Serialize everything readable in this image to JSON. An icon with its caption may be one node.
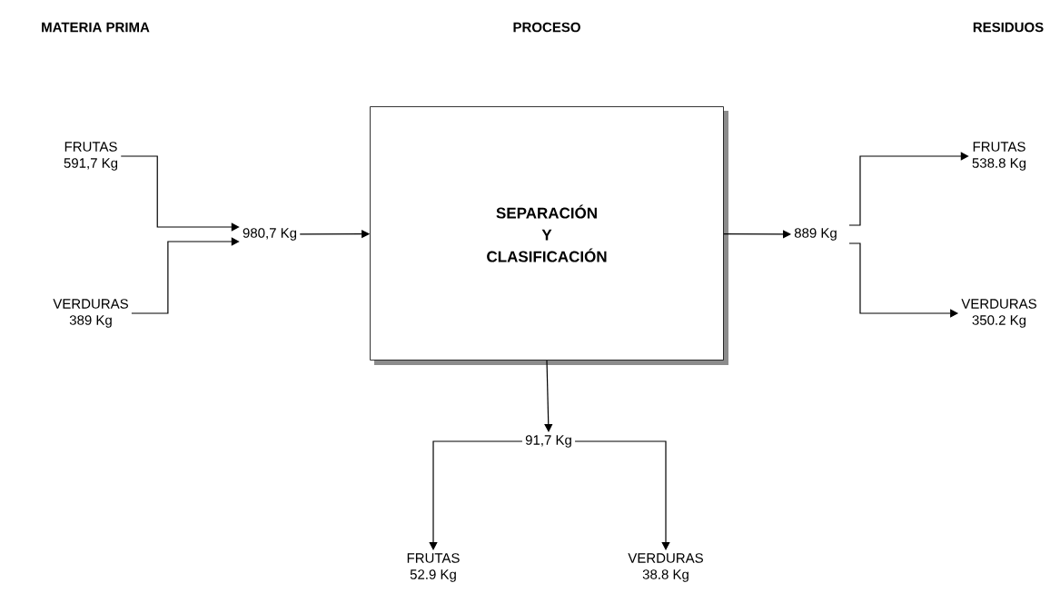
{
  "diagram": {
    "nodes": [
      {
        "text": [
          "FRUTAS",
          "591,7 Kg"
        ]
      },
      {
        "text": [
          "VERDURAS",
          "389 Kg"
        ]
      },
      {
        "text": [
          "980,7 Kg"
        ]
      },
      {
        "text": [
          "SEPARACIÓN",
          "Y",
          "CLASIFICACIÓN"
        ]
      },
      {
        "text": [
          "889 Kg"
        ]
      },
      {
        "text": [
          "FRUTAS",
          "538.8 Kg"
        ]
      },
      {
        "text": [
          "VERDURAS",
          "350.2 Kg"
        ]
      },
      {
        "text": [
          "91,7 Kg"
        ]
      },
      {
        "text": [
          "FRUTAS",
          "52.9 Kg"
        ]
      },
      {
        "text": [
          "VERDURAS",
          "38.8 Kg"
        ]
      }
    ],
    "edges": [
      {
        "from": 0,
        "to": 2,
        "arrow": "to"
      },
      {
        "from": 1,
        "to": 2,
        "arrow": "to"
      },
      {
        "from": 2,
        "to": 3,
        "arrow": "to"
      },
      {
        "from": 3,
        "to": 4,
        "arrow": "to"
      },
      {
        "from": 4,
        "to": 5,
        "arrow": "to"
      },
      {
        "from": 4,
        "to": 6,
        "arrow": "to"
      },
      {
        "from": 3,
        "to": 7,
        "arrow": "to"
      },
      {
        "from": 7,
        "to": 8,
        "arrow": "to"
      },
      {
        "from": 7,
        "to": 9,
        "arrow": "to"
      }
    ],
    "labels": [
      "MATERIA PRIMA",
      "PROCESO",
      "RESIDUOS"
    ]
  }
}
